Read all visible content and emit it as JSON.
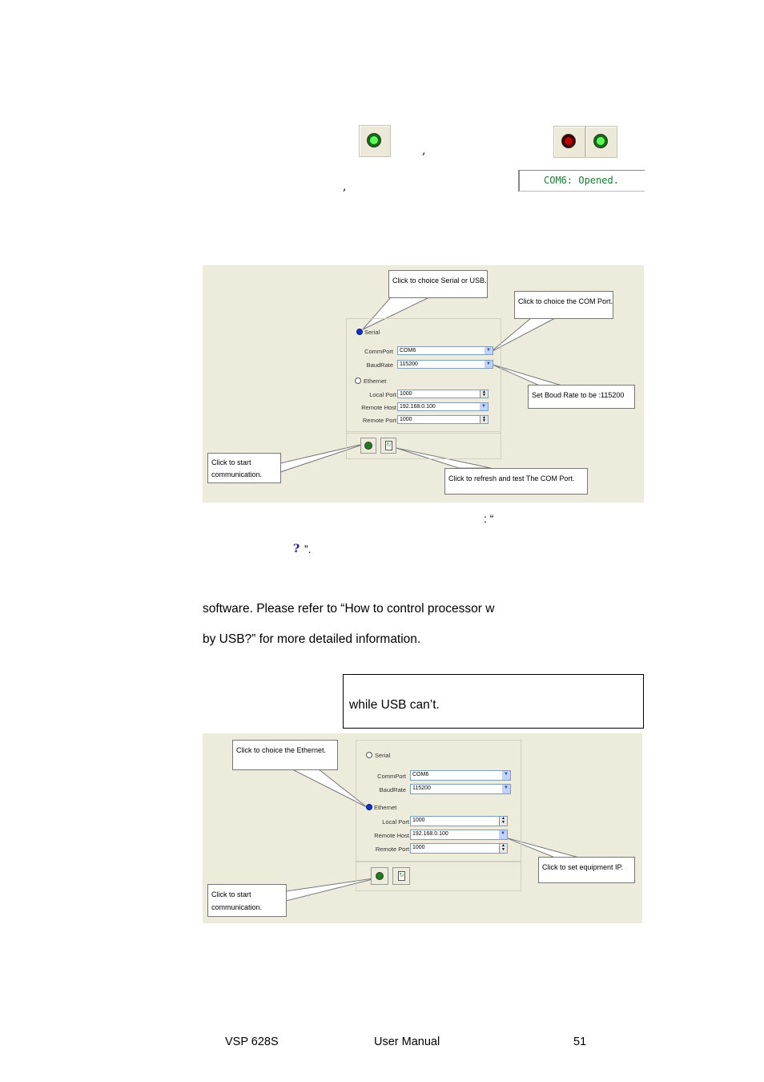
{
  "top_section": {
    "comma_1": ",",
    "comma_2": ",",
    "status_bar_text": "COM6: Opened."
  },
  "figure_1": {
    "callouts": {
      "choice_serial_usb": "Click to choice Serial or USB.",
      "choice_com_port": "Click to choice the COM Port.",
      "baud_rate": "Set Boud Rate to be :115200",
      "start_comm_line1": "Click to start",
      "start_comm_line2": "communication.",
      "refresh_test": "Click to refresh and test The COM Port."
    },
    "form": {
      "serial_label": "Serial",
      "commport_label": "CommPort",
      "commport_value": "COM6",
      "baudrate_label": "BaudRate",
      "baudrate_value": "115200",
      "ethernet_label": "Ethernet",
      "local_port_label": "Local Port",
      "local_port_value": "1000",
      "remote_host_label": "Remote Host",
      "remote_host_value": "192.168.0.100",
      "remote_port_label": "Remote Port",
      "remote_port_value": "1000"
    }
  },
  "text": {
    "colon_quote": ": “",
    "question_mark": "?",
    "end_quote": "”.",
    "software_line": "software. Please refer to “How to control processor w",
    "usb_line": "by USB?” for more detailed information.",
    "box_text": "while USB can’t."
  },
  "figure_2": {
    "callouts": {
      "choice_ethernet": "Click to choice the Ethernet.",
      "set_ip": "Click to set equipment IP.",
      "start_comm_line1": "Click to start",
      "start_comm_line2": "communication."
    },
    "form": {
      "serial_label": "Serial",
      "commport_label": "CommPort",
      "commport_value": "COM6",
      "baudrate_label": "BaudRate",
      "baudrate_value": "115200",
      "ethernet_label": "Ethernet",
      "local_port_label": "Local Port",
      "local_port_value": "1000",
      "remote_host_label": "Remote Host",
      "remote_host_value": "192.168.0.100",
      "remote_port_label": "Remote Port",
      "remote_port_value": "1000"
    }
  },
  "footer": {
    "model": "VSP 628S",
    "title": "User Manual",
    "page": "51"
  },
  "colors": {
    "panel_bg": "#ecebdc",
    "status_text": "#1a7a30",
    "radio_selected": "#1030d0",
    "question_mark": "#1a1aa0"
  }
}
